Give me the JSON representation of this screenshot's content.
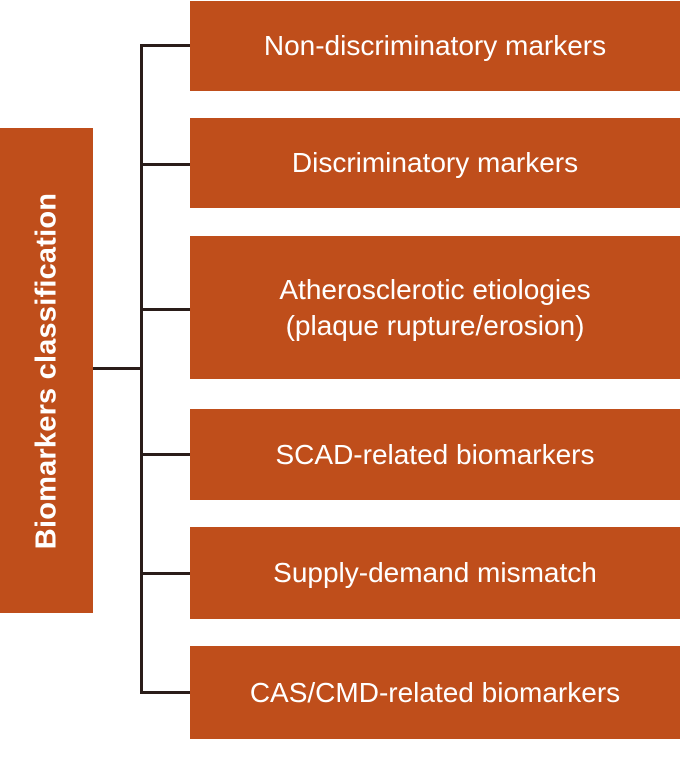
{
  "diagram": {
    "type": "tree",
    "title": "Biomarkers classification",
    "orientation": "left-root-right-children",
    "root": {
      "label": "Biomarkers classification"
    },
    "children": [
      {
        "label": "Non-discriminatory markers"
      },
      {
        "label": "Discriminatory markers"
      },
      {
        "label": "Atherosclerotic etiologies\n(plaque rupture/erosion)"
      },
      {
        "label": "SCAD-related biomarkers"
      },
      {
        "label": "Supply-demand mismatch"
      },
      {
        "label": "CAS/CMD-related biomarkers"
      }
    ],
    "colors": {
      "node_fill": "#bf4e1b",
      "node_text": "#ffffff",
      "connector": "#2a1d19",
      "background": "#ffffff"
    }
  }
}
